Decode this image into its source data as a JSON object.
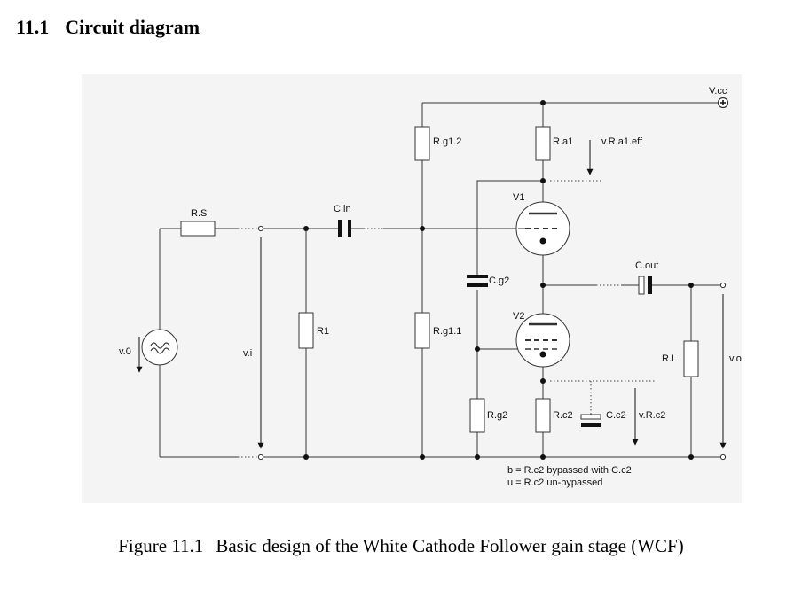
{
  "section": {
    "number": "11.1",
    "title": "Circuit diagram"
  },
  "diagram": {
    "labels": {
      "vcc": "V.cc",
      "rs": "R.S",
      "cin": "C.in",
      "rg12": "R.g1.2",
      "ra1": "R.a1",
      "vra1eff": "v.R.a1.eff",
      "v1": "V1",
      "cg2": "C.g2",
      "cout": "C.out",
      "v2": "V2",
      "r1": "R1",
      "rg11": "R.g1.1",
      "v0": "v.0",
      "vi": "v.i",
      "rl": "R.L",
      "vo": "v.o",
      "rg2": "R.g2",
      "rc2": "R.c2",
      "cc2": "C.c2",
      "vrc2": "v.R.c2"
    },
    "notes": [
      "b = R.c2 bypassed with C.c2",
      "u = R.c2 un-bypassed"
    ]
  },
  "caption": {
    "number": "Figure 11.1",
    "text": "Basic design of the White Cathode Follower gain stage (WCF)"
  }
}
